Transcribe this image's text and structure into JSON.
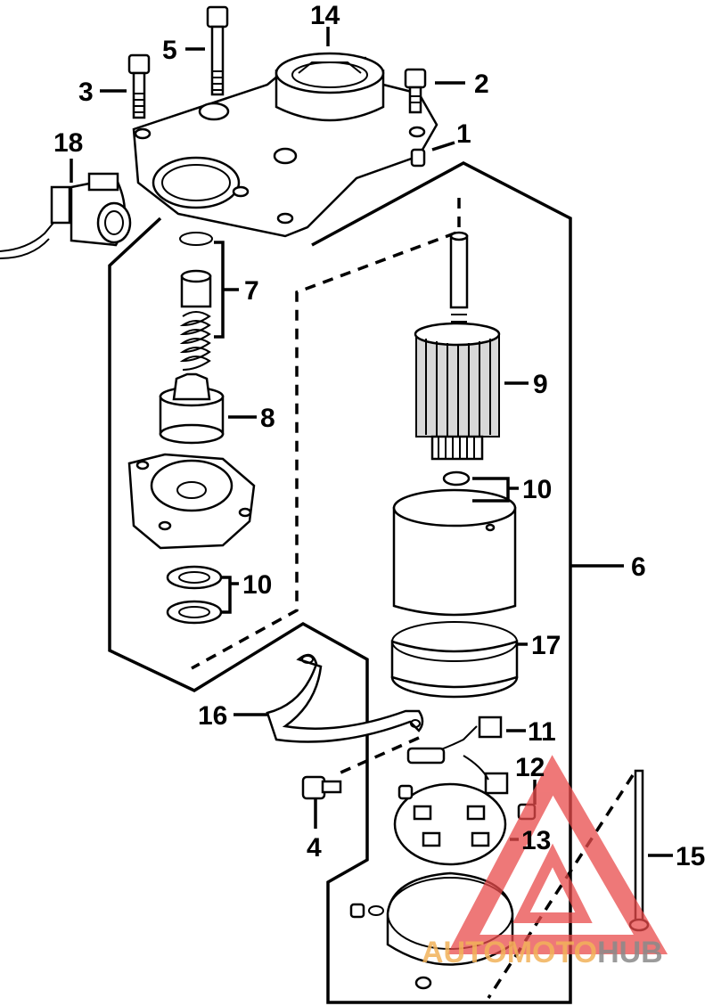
{
  "callouts": [
    {
      "id": "1",
      "label": "1"
    },
    {
      "id": "2",
      "label": "2"
    },
    {
      "id": "3",
      "label": "3"
    },
    {
      "id": "4",
      "label": "4"
    },
    {
      "id": "5",
      "label": "5"
    },
    {
      "id": "6",
      "label": "6"
    },
    {
      "id": "7",
      "label": "7"
    },
    {
      "id": "8",
      "label": "8"
    },
    {
      "id": "9",
      "label": "9"
    },
    {
      "id": "10a",
      "label": "10"
    },
    {
      "id": "10b",
      "label": "10"
    },
    {
      "id": "11",
      "label": "11"
    },
    {
      "id": "12",
      "label": "12"
    },
    {
      "id": "13",
      "label": "13"
    },
    {
      "id": "14",
      "label": "14"
    },
    {
      "id": "15",
      "label": "15"
    },
    {
      "id": "16",
      "label": "16"
    },
    {
      "id": "17",
      "label": "17"
    },
    {
      "id": "18",
      "label": "18"
    }
  ],
  "watermark": {
    "part1": "AUTOMOTO",
    "part2": "HUB",
    "color1": "#f2b25a",
    "color2": "#8a8a8a",
    "logo_color": "#e94b4b"
  }
}
